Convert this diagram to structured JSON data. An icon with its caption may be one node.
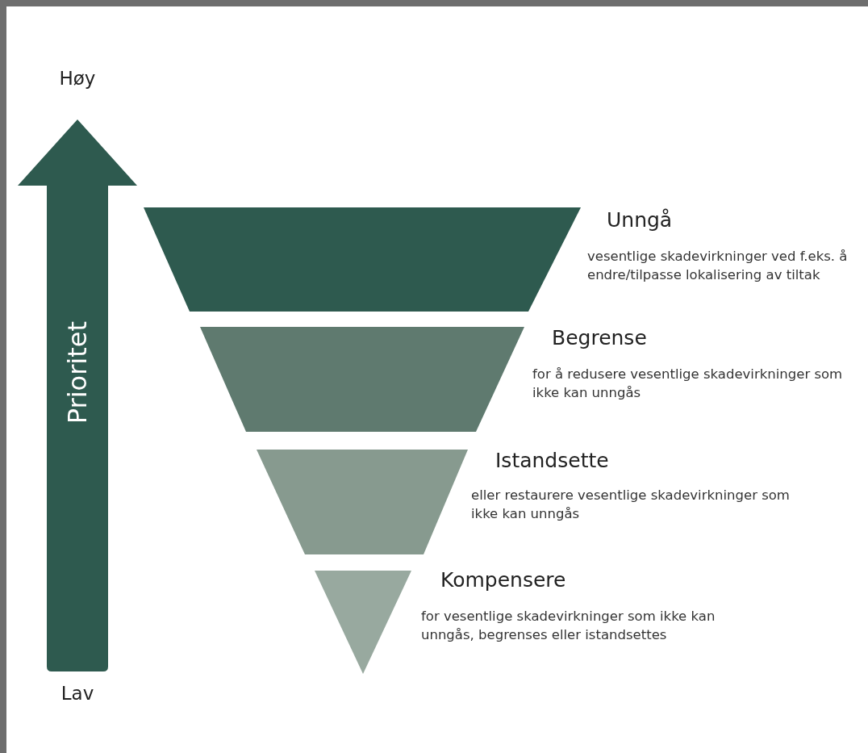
{
  "diagram": {
    "nodes": [
      {
        "text": [
          "Prioritet"
        ]
      },
      {
        "text": [
          "Unngå",
          "vesentlige skadevirkninger ved f.eks. å endre/tilpasse lokalisering av tiltak"
        ]
      },
      {
        "text": [
          "Begrense",
          "for å redusere vesentlige skadevirkninger som ikke kan unngås"
        ]
      },
      {
        "text": [
          "Istandsette",
          "eller restaurere vesentlige skadevirkninger som ikke kan unngås"
        ]
      },
      {
        "text": [
          "Kompensere",
          "for vesentlige skadevirkninger som ikke kan unngås, begrenses eller istandsettes"
        ]
      }
    ],
    "labels": [
      "Høy",
      "Lav"
    ]
  }
}
